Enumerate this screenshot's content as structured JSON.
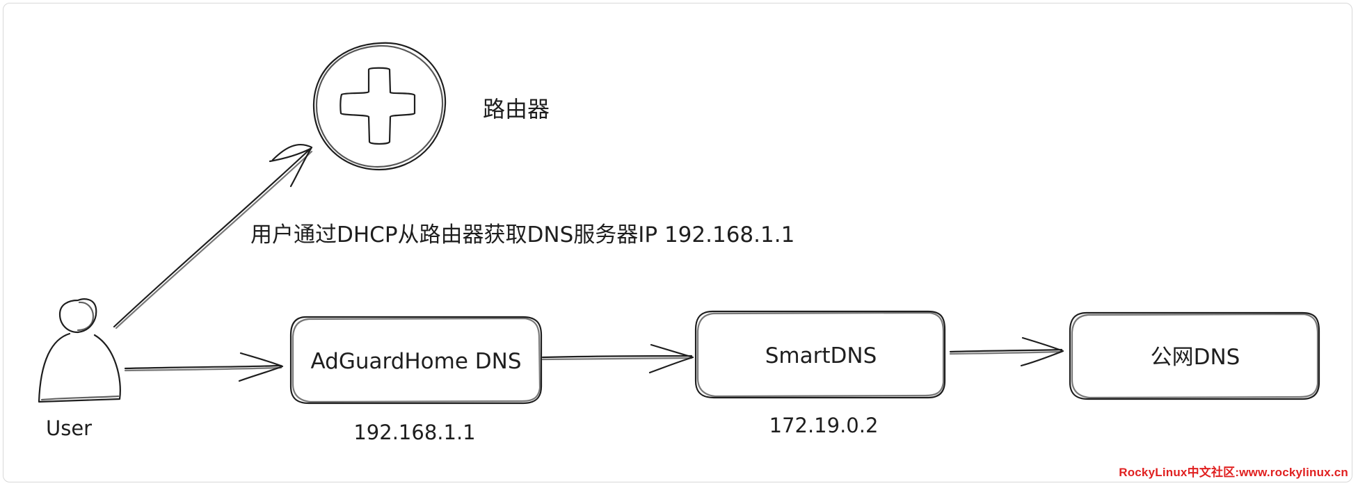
{
  "labels": {
    "router": "路由器",
    "dhcp_note": "用户通过DHCP从路由器获取DNS服务器IP 192.168.1.1",
    "user": "User",
    "adguard": "AdGuardHome DNS",
    "adguard_ip": "192.168.1.1",
    "smartdns": "SmartDNS",
    "smartdns_ip": "172.19.0.2",
    "public_dns": "公网DNS"
  },
  "watermark": "RockyLinux中文社区:www.rockylinux.cn",
  "colors": {
    "stroke": "#1e1e1e",
    "watermark": "#e02020",
    "frame": "#d8d8d8"
  },
  "icons": {
    "router": "router-cross-icon",
    "user": "user-person-icon"
  }
}
